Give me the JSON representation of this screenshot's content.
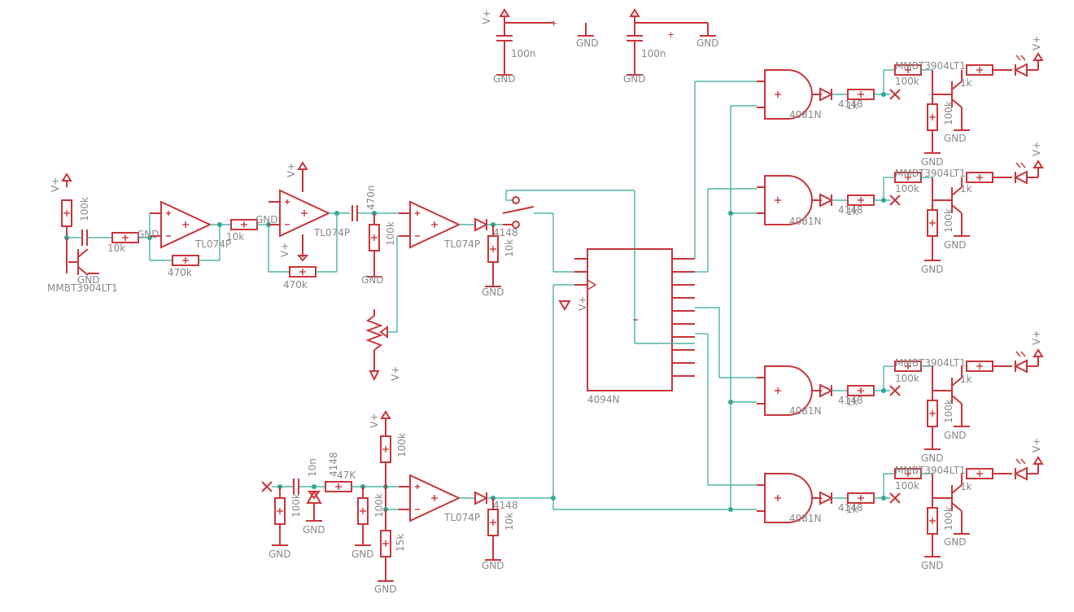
{
  "labels": {
    "vplus": "V+",
    "gnd": "GND",
    "cap_100n": "100n",
    "res_100k": "100k",
    "res_10k": "10k",
    "res_470k": "470k",
    "res_1k": "1k",
    "res_15k": "15k",
    "res_47k": "47K",
    "cap_470n": "470n",
    "cap_10n": "10n",
    "opamp": "TL074P",
    "diode": "4148",
    "gate": "4081N",
    "shift_register": "4094N",
    "transistor": "MMBT3904LT1"
  },
  "colors": {
    "part": "#c8353a",
    "wire": "#2ea893",
    "label": "#888888"
  }
}
